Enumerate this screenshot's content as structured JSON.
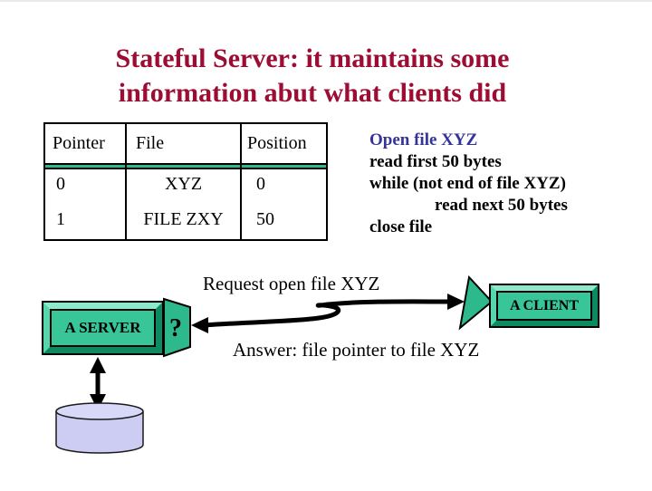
{
  "title": {
    "line1": "Stateful Server: it maintains some",
    "line2": "information abut what clients did",
    "color": "#9d0c33"
  },
  "table": {
    "headers": [
      "Pointer",
      "File",
      "Position"
    ],
    "rows": [
      [
        "0",
        "XYZ",
        "0"
      ],
      [
        "1",
        "FILE ZXY",
        "50"
      ]
    ],
    "separator_color": "#2eb98c"
  },
  "code": {
    "lines": [
      "Open file XYZ",
      "read first 50 bytes",
      "while (not end of file XYZ)",
      "read next 50 bytes",
      "close file"
    ],
    "first_line_color": "#333399"
  },
  "diagram": {
    "request_label": "Request open file XYZ",
    "answer_label": "Answer: file pointer to file XYZ",
    "server_label": "A SERVER",
    "client_label": "A CLIENT",
    "question_mark": "?",
    "shape_green": "#2eb98c",
    "disk_color": "#cdcdf4"
  }
}
